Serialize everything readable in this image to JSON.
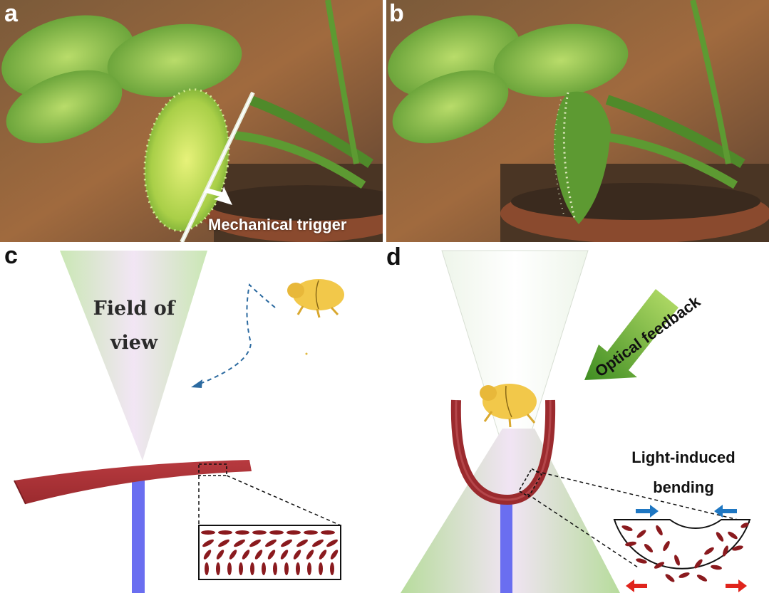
{
  "panels": {
    "a": {
      "letter": "a",
      "annotation": "Mechanical trigger"
    },
    "b": {
      "letter": "b"
    },
    "c": {
      "letter": "c",
      "field_label": "Field of\nview"
    },
    "d": {
      "letter": "d",
      "feedback_label": "Optical feedback",
      "bending_label": "Light-induced\nbending"
    }
  },
  "colors": {
    "strip_red": "#9b2a2e",
    "laser_blue": "#6a6ef0",
    "cone_green": "#c7e6b0",
    "arrow_green": "#6cae2e",
    "arrow_blue": "#1f77c2",
    "arrow_red": "#e0241c",
    "beetle_gold": "#f2c84a",
    "dash_blue": "#2c6aa0"
  }
}
